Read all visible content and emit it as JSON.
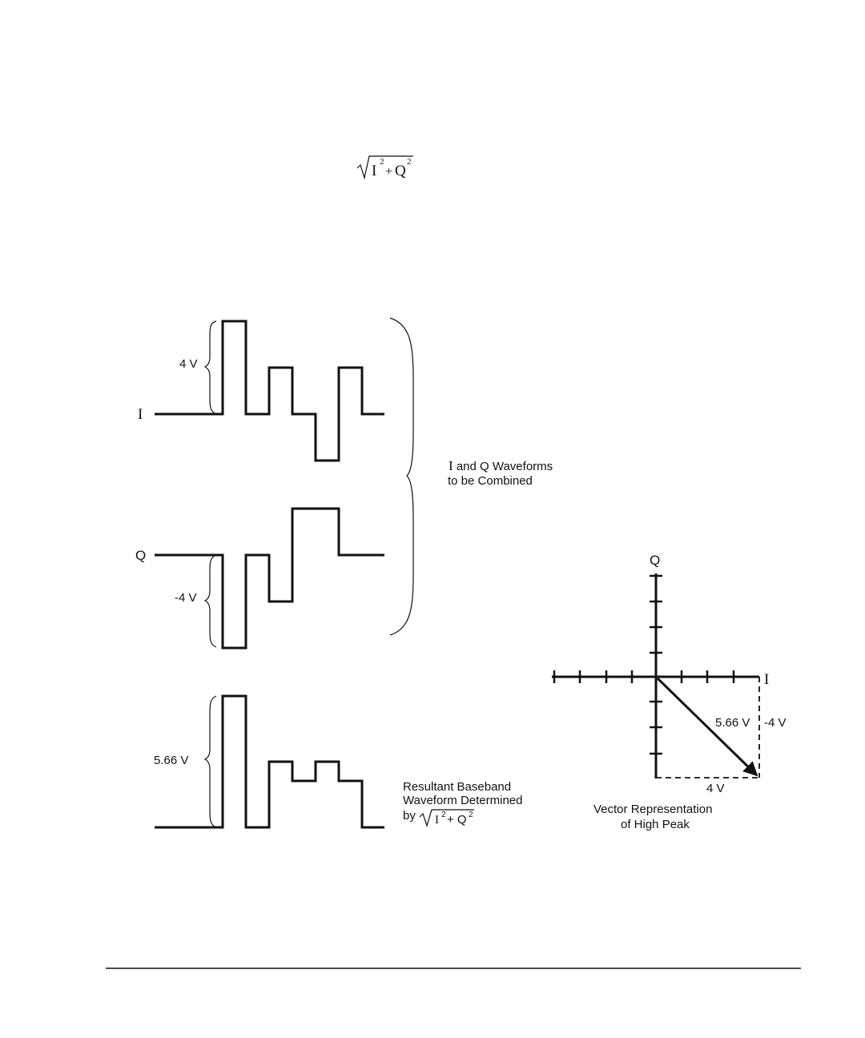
{
  "top_formula": {
    "base_i": "I",
    "exp_i": "2",
    "plus": "+",
    "base_q": "Q",
    "exp_q": "2"
  },
  "i_waveform": {
    "channel_label": "I",
    "amplitude_label": "4 V",
    "levels": [
      0,
      4,
      0,
      2,
      0,
      -2,
      2,
      0
    ]
  },
  "q_waveform": {
    "channel_label": "Q",
    "amplitude_label": "-4 V",
    "levels": [
      0,
      -4,
      0,
      -2,
      2,
      2,
      0,
      0
    ]
  },
  "group_caption": {
    "line1_prefix": "I",
    "line1_rest": " and Q Waveforms",
    "line2": "to be Combined"
  },
  "resultant_waveform": {
    "amplitude_label": "5.66 V",
    "caption_line1": "Resultant Baseband",
    "caption_line2": "Waveform Determined",
    "caption_by": "by",
    "formula_i": "I",
    "formula_exp_i": "2",
    "formula_plus": "+ Q",
    "formula_exp_q": "2"
  },
  "vector_diagram": {
    "q_axis_label": "Q",
    "i_axis_label": "I",
    "magnitude_label": "5.66 V",
    "i_component_label": "4 V",
    "q_component_label": "-4 V",
    "caption_line1": "Vector Representation",
    "caption_line2": "of High Peak"
  }
}
